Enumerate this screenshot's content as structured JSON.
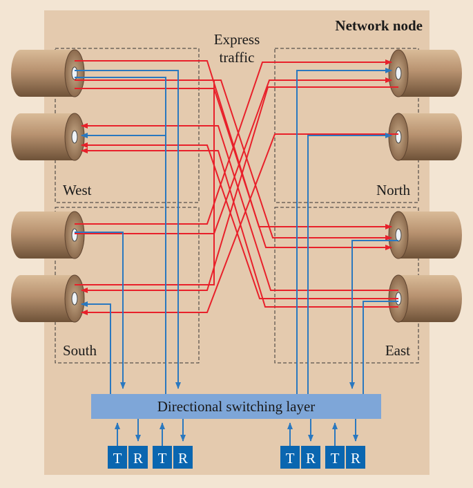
{
  "title": "Network node",
  "express_label": {
    "line1": "Express",
    "line2": "traffic"
  },
  "regions": {
    "west": "West",
    "north": "North",
    "south": "South",
    "east": "East"
  },
  "switching_layer": "Directional switching layer",
  "transceivers": {
    "transmit": "T",
    "receive": "R"
  },
  "colors": {
    "outer_background": "#f3e5d3",
    "node_background": "#e4caae",
    "express_traffic": "#e8202a",
    "local_traffic": "#2a78bf",
    "switching_layer": "#7ea6d8",
    "transceiver": "#0a66b0",
    "fiber_cable": "#b08a66"
  }
}
